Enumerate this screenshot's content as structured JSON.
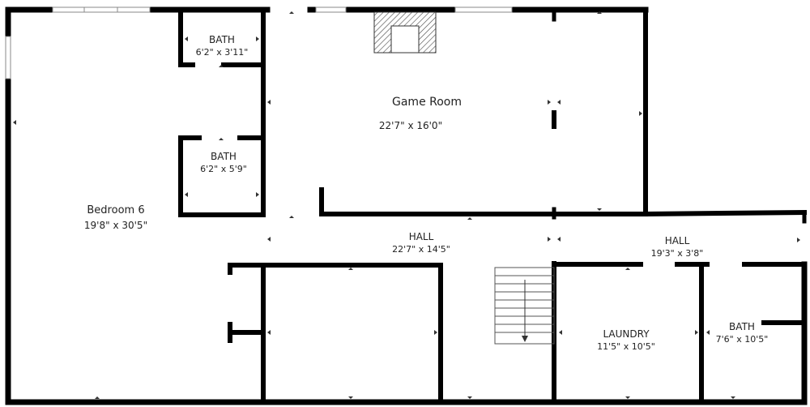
{
  "plan": {
    "wall_color": "#000000",
    "background_color": "#ffffff",
    "label_color": "#222222",
    "rooms": [
      {
        "id": "bath-top",
        "name": "BATH",
        "dims": "6'2\" x 3'11\""
      },
      {
        "id": "bath-mid",
        "name": "BATH",
        "dims": "6'2\" x 5'9\""
      },
      {
        "id": "bedroom-6",
        "name": "Bedroom 6",
        "dims": "19'8\" x 30'5\""
      },
      {
        "id": "game-room",
        "name": "Game Room",
        "dims": "22'7\" x 16'0\""
      },
      {
        "id": "hall-main",
        "name": "HALL",
        "dims": "22'7\" x 14'5\""
      },
      {
        "id": "hall-right",
        "name": "HALL",
        "dims": "19'3\" x 3'8\""
      },
      {
        "id": "laundry",
        "name": "LAUNDRY",
        "dims": "11'5\" x 10'5\""
      },
      {
        "id": "bath-right",
        "name": "BATH",
        "dims": "7'6\" x 10'5\""
      }
    ],
    "fixtures": {
      "fireplace": "fireplace-icon",
      "stairs": "stairs-icon",
      "window": "window-icon"
    }
  }
}
